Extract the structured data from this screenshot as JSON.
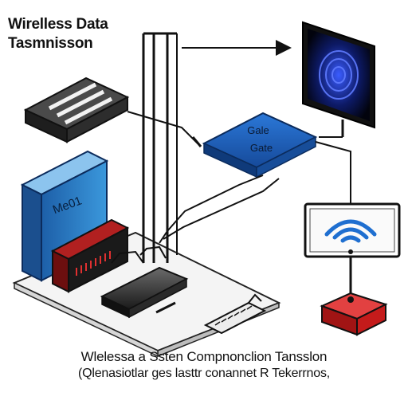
{
  "title": {
    "line1": "Wirelless Data",
    "line2": "Tasmnisson"
  },
  "gateway": {
    "label1": "Gale",
    "label2": "Gate"
  },
  "blue_block": {
    "label": "Me01"
  },
  "caption": {
    "line1": "Wlelessa a Ssten Compnonclion Tansslon",
    "line2": "(Qlenasiotlar ges lasttr conannet R Tekerrnos,"
  },
  "colors": {
    "gateway_blue": "#1f5fb8",
    "block_blue": "#2a83c8",
    "accent_red": "#d32020",
    "wifi_blue": "#1f6fd0",
    "monitor_dark": "#0a0a1a",
    "line_dark": "#1a1a1a"
  },
  "icons": [
    "wifi-icon",
    "monitor-screen-icon",
    "router-icon",
    "server-icon",
    "keyboard-icon",
    "arrow-right-icon"
  ]
}
